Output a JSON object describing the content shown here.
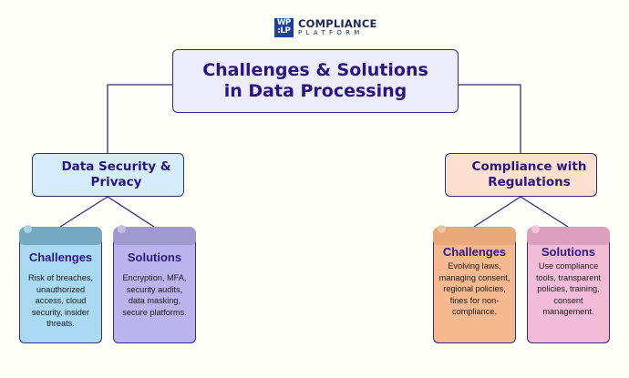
{
  "logo": {
    "mark_line1": "WP",
    "mark_line2": ":LP",
    "name_line1": "COMPLIANCE",
    "name_line2": "PLATFORM",
    "color": "#1f3f9a"
  },
  "title": "Challenges & Solutions\nin Data Processing",
  "branches": [
    {
      "label": "Data Security &\nPrivacy",
      "color": "#d6eefc",
      "cards": [
        {
          "heading": "Challenges",
          "text": "Risk of breaches, unauthorized access, cloud security, insider threats.",
          "tab_color": "#76a9bf",
          "tab_dot_color": "#a9d4e6",
          "body_color": "#a9d8f1"
        },
        {
          "heading": "Solutions",
          "text": "Encryption, MFA, security audits, data masking, secure platforms.",
          "tab_color": "#a09ad0",
          "tab_dot_color": "#c2bde8",
          "body_color": "#bab3ec"
        }
      ]
    },
    {
      "label": "Compliance with\nRegulations",
      "color": "#fde0cf",
      "cards": [
        {
          "heading": "Challenges",
          "text": "Evolving laws, managing consent, regional policies, fines for non-compliance.",
          "tab_color": "#eaa97a",
          "tab_dot_color": "#f5c6a3",
          "body_color": "#f6b98f"
        },
        {
          "heading": "Solutions",
          "text": "Use compliance tools, transparent policies, training, consent management.",
          "tab_color": "#dca0bf",
          "tab_dot_color": "#f1c5db",
          "body_color": "#f2bcd8"
        }
      ]
    }
  ],
  "colors": {
    "line": "#3a2a7a",
    "text_dark": "#2a1480",
    "title_bg": "#ececfb",
    "background": "#fdfef8"
  }
}
